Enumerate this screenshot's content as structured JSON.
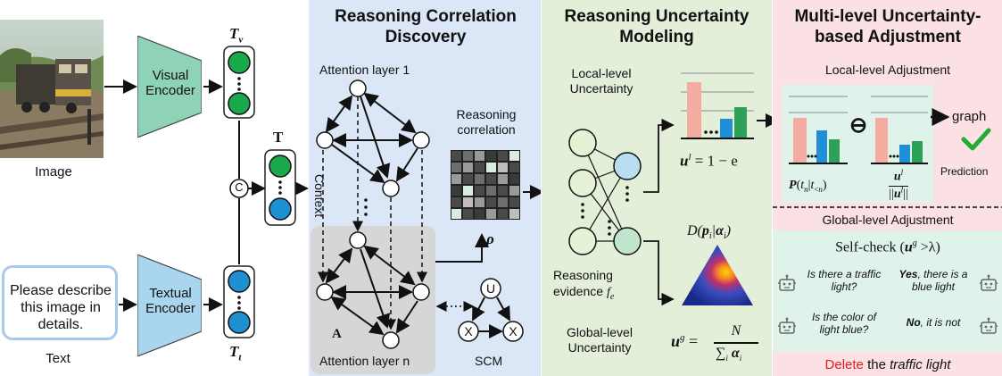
{
  "input": {
    "image_label": "Image",
    "text_box": "Please describe this image in details.",
    "text_label": "Text",
    "visual_encoder": "Visual Encoder",
    "textual_encoder": "Textual Encoder",
    "tv_label": "T",
    "tv_sub": "v",
    "tt_label": "T",
    "tt_sub": "t",
    "t_label": "T",
    "concat_symbol": "C"
  },
  "discovery": {
    "title": "Reasoning Correlation Discovery",
    "attn1": "Attention layer 1",
    "attnn": "Attention layer n",
    "context": "Context",
    "a_label": "A",
    "corr_label": "Reasoning correlation",
    "rho": "ρ",
    "scm": "SCM",
    "scm_u": "U",
    "scm_x1": "X",
    "scm_x2": "X"
  },
  "uncertainty": {
    "title": "Reasoning Uncertainty Modeling",
    "local": "Local-level Uncertainty",
    "global": "Global-level Uncertainty",
    "evidence": "Reasoning evidence",
    "evidence_sym": "f",
    "evidence_sub": "e",
    "ul_formula": "= 1 − e",
    "ug_formula_num": "N",
    "ug_formula_den": "∑",
    "dist_label": "D(p|α)"
  },
  "adjust": {
    "title": "Multi-level Uncertainty-based Adjustment",
    "local": "Local-level Adjustment",
    "global": "Global-level Adjustment",
    "graph": "graph",
    "prediction": "Prediction",
    "p_label": "P(t|t<n)",
    "minus": "⊖",
    "selfcheck": "Self-check (u > λ)",
    "q1": "Is there a traffic light?",
    "a1_bold": "Yes",
    "a1": ", there is a blue light",
    "q2": "Is the color of light blue?",
    "a2_bold": "No",
    "a2": ", it is not",
    "delete_word": "Delete",
    "delete_rest": "the",
    "delete_obj": "traffic light"
  },
  "colors": {
    "discovery_bg": "#dbe7f7",
    "uncertainty_bg": "#e3efd9",
    "adjust_bg": "#fbe0e4",
    "local_adj_bg": "#e0f3ea",
    "visual_encoder": "#8fd3b6",
    "textual_encoder": "#a9d5ef",
    "green_token": "#19a84a",
    "blue_token": "#1e8fd0",
    "bar_pink": "#f4aca0",
    "bar_blue": "#1f8fd8",
    "bar_green": "#2da05a",
    "delete_red": "#e02020"
  }
}
